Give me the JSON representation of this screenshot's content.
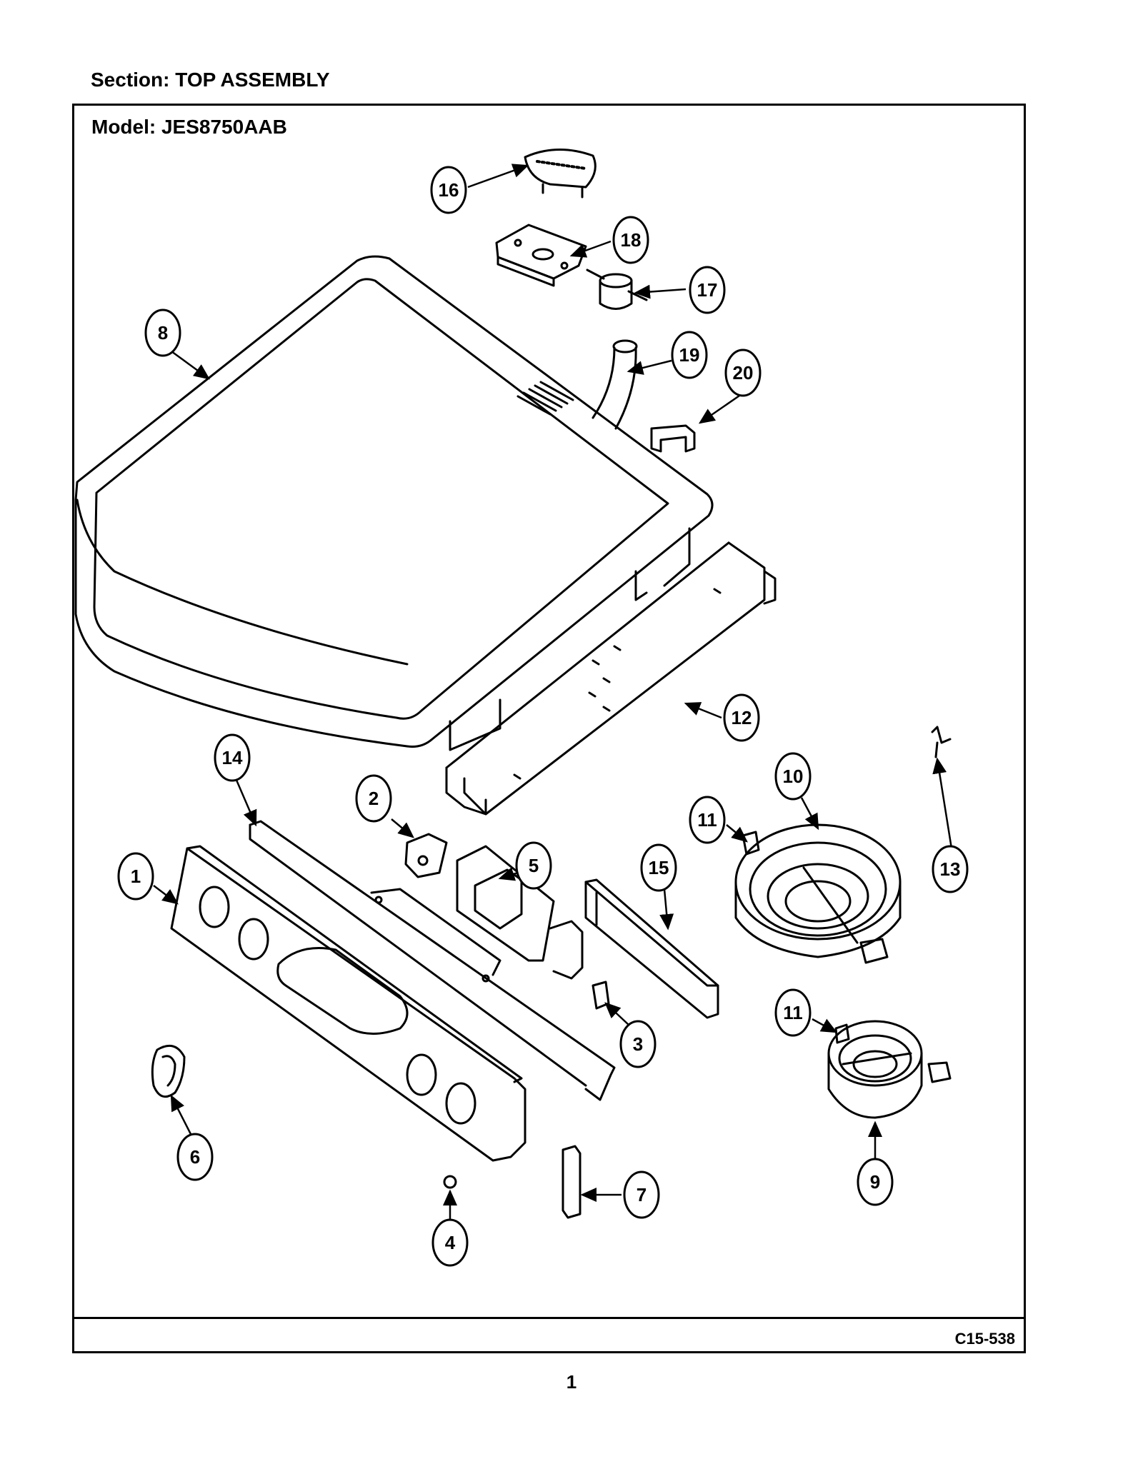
{
  "header": {
    "section_label": "Section:  TOP ASSEMBLY"
  },
  "frame": {
    "model_label": "Model:  JES8750AAB",
    "figure_code": "C15-538"
  },
  "footer": {
    "page_number": "1"
  },
  "callouts": [
    "1",
    "2",
    "3",
    "4",
    "5",
    "6",
    "7",
    "8",
    "9",
    "10",
    "11",
    "11",
    "12",
    "13",
    "14",
    "15",
    "16",
    "17",
    "18",
    "19",
    "20"
  ]
}
